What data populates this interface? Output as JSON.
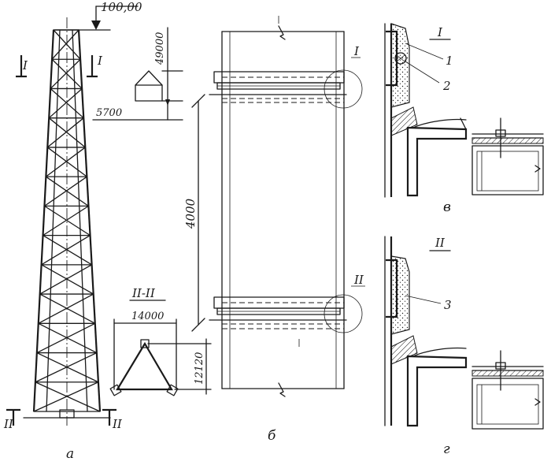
{
  "tower": {
    "elevation_label": "100,00",
    "section_i_left": "I",
    "section_i_right": "I",
    "section_ii_left": "II",
    "section_ii_right": "II",
    "caption": "а"
  },
  "elevation_mark": {
    "height_label": "49000",
    "base_label": "5700"
  },
  "plan_section": {
    "title": "II-II",
    "width_label": "14000",
    "height_label": "12120"
  },
  "column_view": {
    "spacing_label": "4000",
    "callout_i": "I",
    "callout_ii": "II",
    "caption": "б"
  },
  "detail_v": {
    "title": "I",
    "label_1": "1",
    "label_2": "2",
    "caption": "в"
  },
  "detail_g": {
    "title": "II",
    "label_3": "3",
    "caption": "г"
  }
}
